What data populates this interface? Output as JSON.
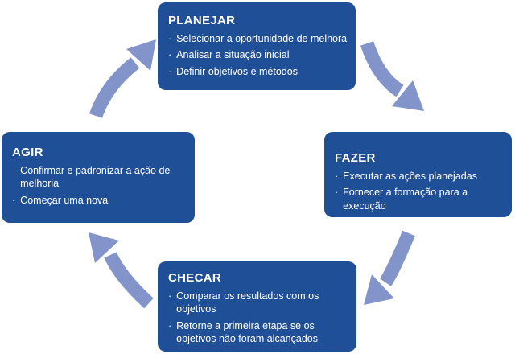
{
  "diagram": {
    "type": "pdca-cycle",
    "bullet": "·",
    "colors": {
      "box": "#1F4F96",
      "arrow": "#8394CA",
      "text": "#FFFFFF",
      "background": "#FFFFFF"
    },
    "boxes": [
      {
        "id": "planejar",
        "title": "PLANEJAR",
        "items": [
          "Selecionar a oportunidade de melhora",
          "Analisar a situação inicial",
          "Definir objetivos e métodos"
        ]
      },
      {
        "id": "fazer",
        "title": "FAZER",
        "items": [
          "Executar as ações planejadas",
          "Fornecer a formação para a execução"
        ]
      },
      {
        "id": "checar",
        "title": "CHECAR",
        "items": [
          "Comparar os resultados com os objetivos",
          "Retorne a primeira etapa se os objetivos não foram alcançados"
        ]
      },
      {
        "id": "agir",
        "title": "AGIR",
        "items": [
          "Confirmar e padronizar a ação de melhoria",
          "Começar uma nova"
        ]
      }
    ],
    "arrows": [
      {
        "from": "PLANEJAR",
        "to": "FAZER",
        "position": "top-right"
      },
      {
        "from": "FAZER",
        "to": "CHECAR",
        "position": "bottom-right"
      },
      {
        "from": "CHECAR",
        "to": "AGIR",
        "position": "bottom-left"
      },
      {
        "from": "AGIR",
        "to": "PLANEJAR",
        "position": "top-left"
      }
    ]
  }
}
